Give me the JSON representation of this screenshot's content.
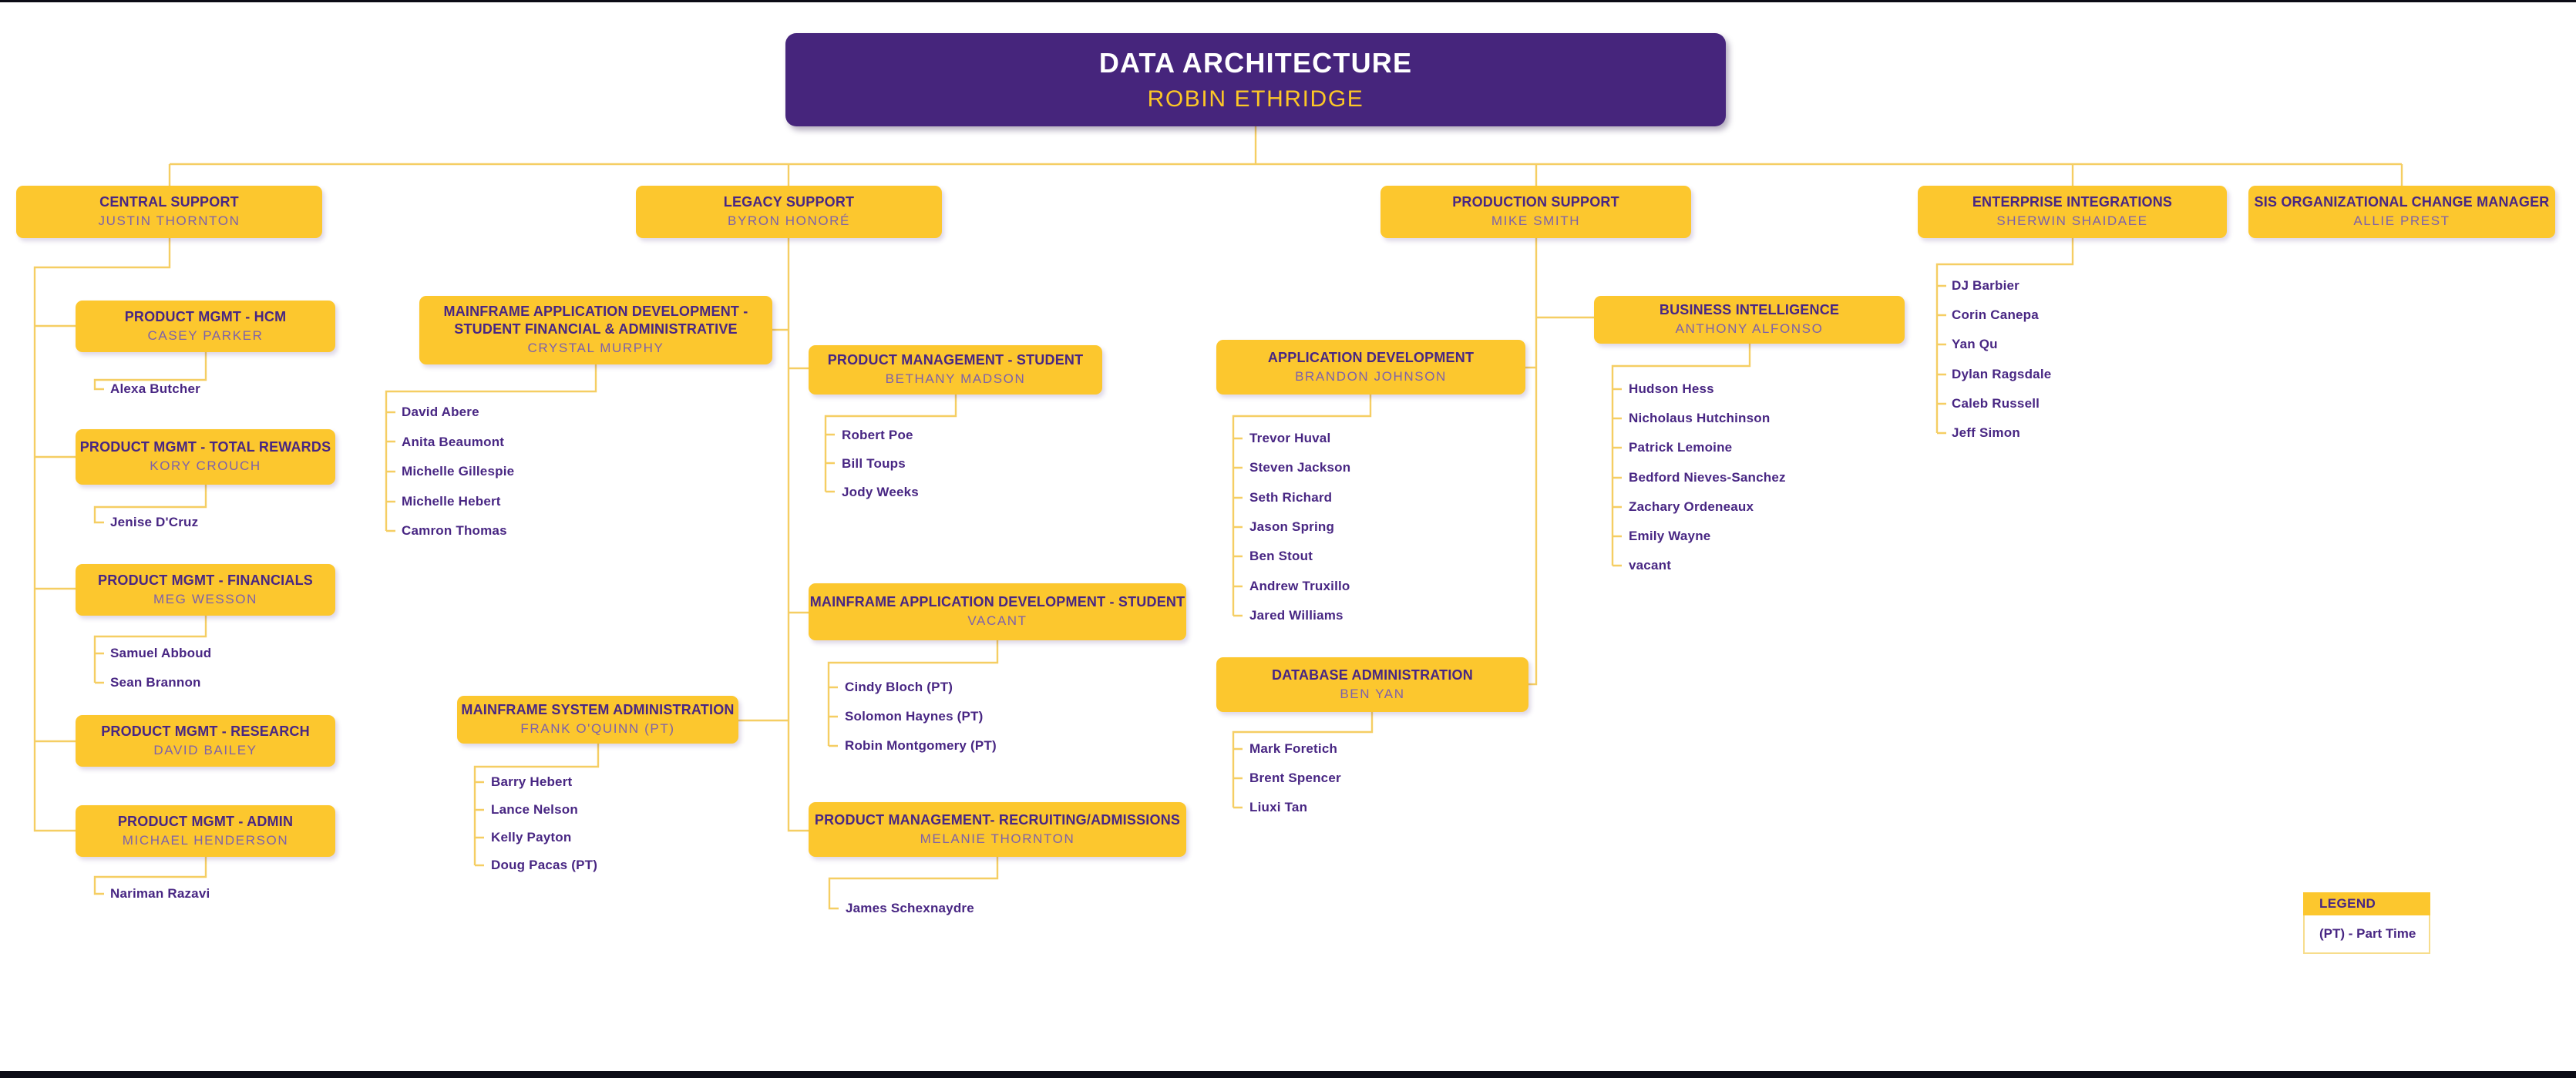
{
  "root": {
    "title": "DATA ARCHITECTURE",
    "name": "ROBIN ETHRIDGE"
  },
  "colors": {
    "purple": "#46257C",
    "gold": "#FCC72E",
    "gold_text": "#FDC726",
    "title_text": "#482683",
    "person_text": "#7D61AB",
    "connector_line": "#F5CE63"
  },
  "legend": {
    "title": "LEGEND",
    "entries": [
      "(PT) - Part Time"
    ]
  },
  "units": {
    "central_support": {
      "title": "CENTRAL SUPPORT",
      "name": "JUSTIN THORNTON",
      "members": []
    },
    "product_mgmt_hcm": {
      "title": "PRODUCT MGMT - HCM",
      "name": "CASEY PARKER",
      "members": [
        "Alexa Butcher"
      ]
    },
    "product_mgmt_total_rewards": {
      "title": "PRODUCT MGMT - TOTAL REWARDS",
      "name": "KORY CROUCH",
      "members": [
        "Jenise D'Cruz"
      ]
    },
    "product_mgmt_financials": {
      "title": "PRODUCT MGMT - FINANCIALS",
      "name": "MEG WESSON",
      "members": [
        "Samuel Abboud",
        "Sean Brannon"
      ]
    },
    "product_mgmt_research": {
      "title": "PRODUCT MGMT - RESEARCH",
      "name": "DAVID BAILEY",
      "members": []
    },
    "product_mgmt_admin": {
      "title": "PRODUCT MGMT - ADMIN",
      "name": "MICHAEL HENDERSON",
      "members": [
        "Nariman Razavi"
      ]
    },
    "legacy_support": {
      "title": "LEGACY SUPPORT",
      "name": "BYRON HONORÉ",
      "members": []
    },
    "mainframe_app_dev_sfa": {
      "title": "MAINFRAME APPLICATION  DEVELOPMENT - STUDENT FINANCIAL & ADMINISTRATIVE",
      "name": "CRYSTAL MURPHY",
      "members": [
        "David Abere",
        "Anita Beaumont",
        "Michelle Gillespie",
        "Michelle Hebert",
        "Camron Thomas"
      ]
    },
    "product_mgmt_student": {
      "title": "PRODUCT MANAGEMENT - STUDENT",
      "name": "BETHANY MADSON",
      "members": [
        "Robert Poe",
        "Bill Toups",
        "Jody Weeks"
      ]
    },
    "mainframe_app_dev_student": {
      "title": "MAINFRAME APPLICATION DEVELOPMENT - STUDENT",
      "name": "VACANT",
      "members": [
        "Cindy Bloch (PT)",
        "Solomon Haynes (PT)",
        "Robin Montgomery (PT)"
      ]
    },
    "mainframe_sys_admin": {
      "title": "MAINFRAME SYSTEM ADMINISTRATION",
      "name": "FRANK O'QUINN (PT)",
      "members": [
        "Barry Hebert",
        "Lance Nelson",
        "Kelly Payton",
        "Doug Pacas (PT)"
      ]
    },
    "product_mgmt_recruiting": {
      "title": "PRODUCT MANAGEMENT- RECRUITING/ADMISSIONS",
      "name": "MELANIE THORNTON",
      "members": [
        "James Schexnaydre"
      ]
    },
    "production_support": {
      "title": "PRODUCTION SUPPORT",
      "name": "MIKE SMITH",
      "members": []
    },
    "application_development": {
      "title": "APPLICATION DEVELOPMENT",
      "name": "BRANDON JOHNSON",
      "members": [
        "Trevor Huval",
        "Steven Jackson",
        "Seth Richard",
        "Jason Spring",
        "Ben Stout",
        "Andrew Truxillo",
        "Jared Williams"
      ]
    },
    "business_intelligence": {
      "title": "BUSINESS INTELLIGENCE",
      "name": "ANTHONY ALFONSO",
      "members": [
        "Hudson Hess",
        "Nicholaus Hutchinson",
        "Patrick Lemoine",
        "Bedford Nieves-Sanchez",
        "Zachary Ordeneaux",
        "Emily Wayne",
        "vacant"
      ]
    },
    "database_administration": {
      "title": "DATABASE ADMINISTRATION",
      "name": "BEN YAN",
      "members": [
        "Mark Foretich",
        "Brent Spencer",
        "Liuxi Tan"
      ]
    },
    "enterprise_integrations": {
      "title": "ENTERPRISE INTEGRATIONS",
      "name": "SHERWIN SHAIDAEE",
      "members": [
        "DJ Barbier",
        "Corin Canepa",
        "Yan Qu",
        "Dylan Ragsdale",
        "Caleb Russell",
        "Jeff Simon"
      ]
    },
    "sis_ocm": {
      "title": "SIS ORGANIZATIONAL CHANGE MANAGER",
      "name": "ALLIE PREST",
      "members": []
    }
  }
}
